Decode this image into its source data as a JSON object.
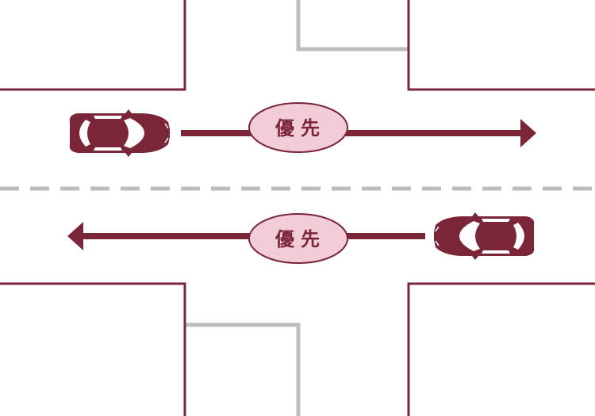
{
  "colors": {
    "road_edge": "#7a2638",
    "car_body": "#7a2638",
    "car_glass": "#ffffff",
    "arrow": "#7a2638",
    "badge_fill": "#f2ccd6",
    "badge_stroke": "#7a2638",
    "badge_text": "#7a2638",
    "side_road": "#bdbdbd",
    "center_line": "#bdbdbd",
    "background": "#ffffff"
  },
  "top_lane": {
    "direction": "right",
    "car_icon": "car-top-view-icon",
    "arrow_icon": "arrow-right-icon",
    "badge_label": "優先"
  },
  "bottom_lane": {
    "direction": "left",
    "car_icon": "car-top-view-icon",
    "arrow_icon": "arrow-left-icon",
    "badge_label": "優先"
  }
}
